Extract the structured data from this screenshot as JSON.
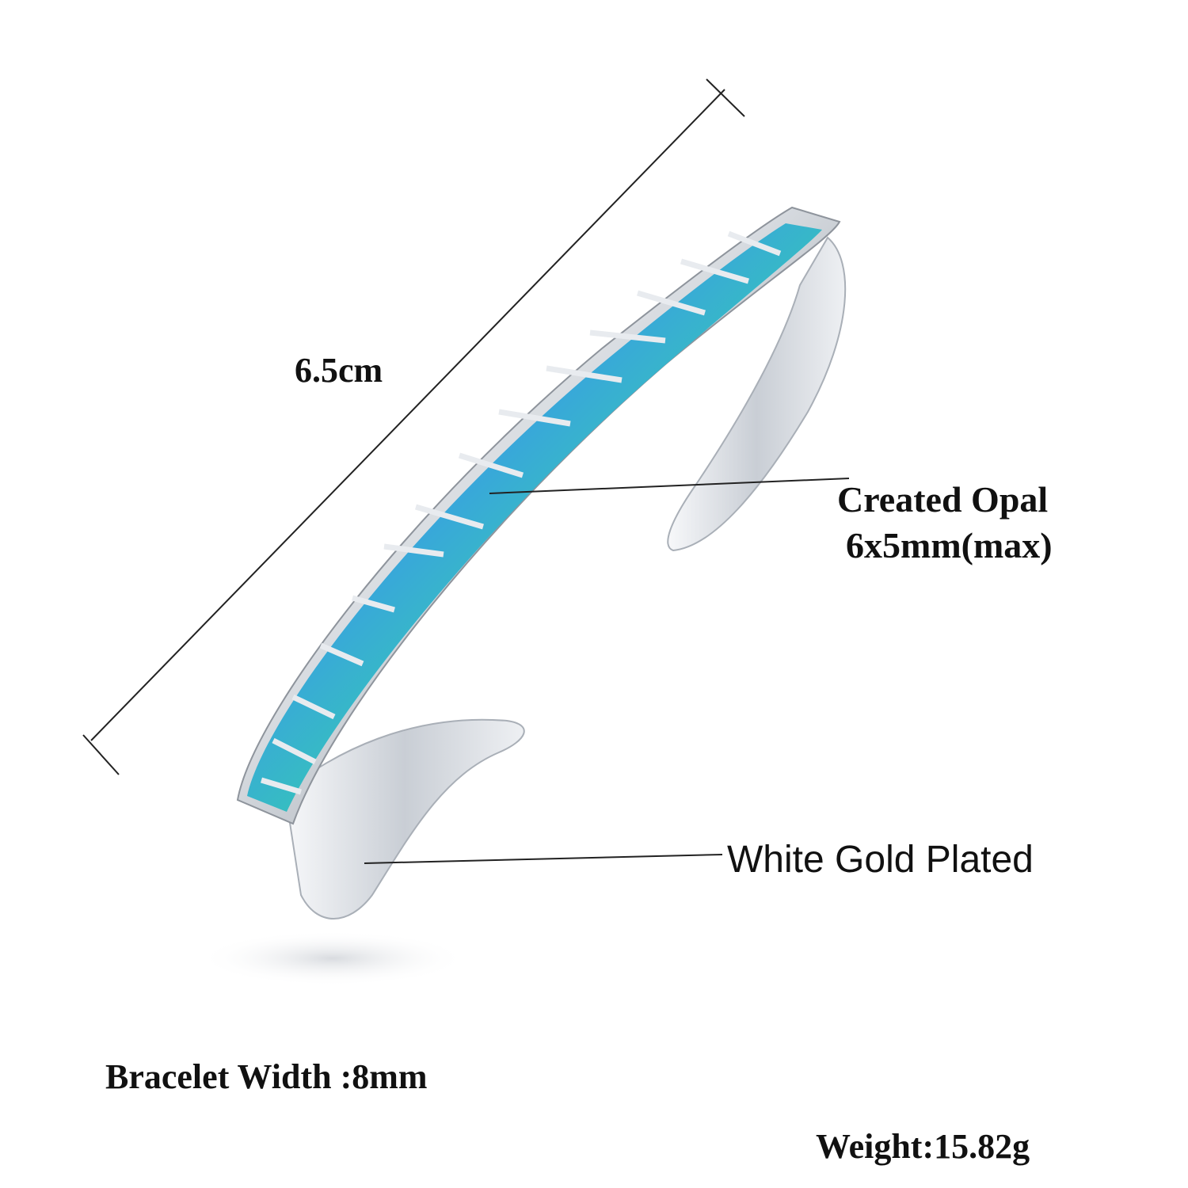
{
  "dimensions": {
    "length": "6.5cm"
  },
  "callouts": {
    "stone_title": "Created Opal",
    "stone_size": "6x5mm(max)",
    "plating": "White Gold Plated"
  },
  "specs": {
    "bracelet_width": "Bracelet Width :8mm",
    "weight": "Weight:15.82g"
  },
  "colors": {
    "opal_blue": "#1f6fd6",
    "opal_light": "#4aa8f0",
    "opal_green": "#3fd1b0",
    "metal_light": "#f2f4f7",
    "metal_shadow": "#9aa0a8",
    "line": "#222222"
  }
}
